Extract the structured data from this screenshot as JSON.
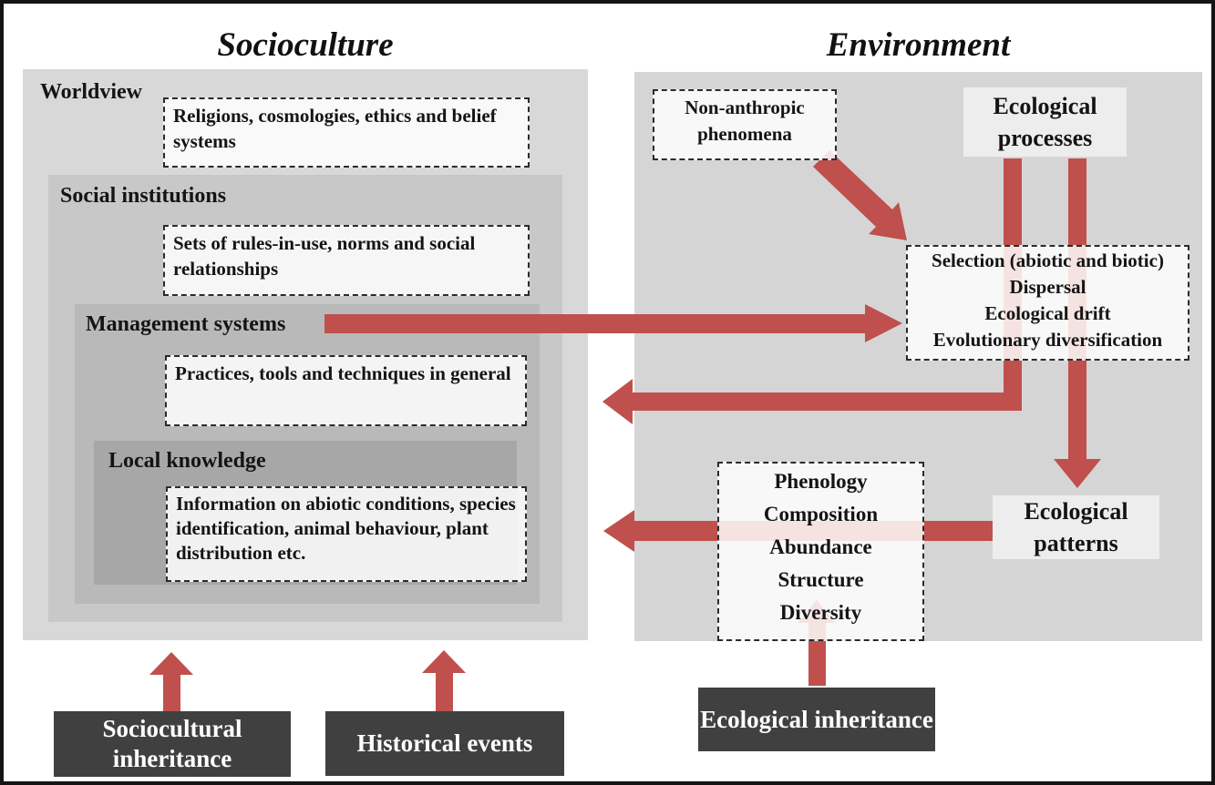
{
  "titles": {
    "left": "Socioculture",
    "right": "Environment"
  },
  "socioculture": {
    "levels": [
      {
        "label": "Worldview",
        "box": "Religions, cosmologies, ethics and belief systems"
      },
      {
        "label": "Social institutions",
        "box": "Sets of rules-in-use, norms and social relationships"
      },
      {
        "label": "Management systems",
        "box": "Practices, tools and techniques in general"
      },
      {
        "label": "Local knowledge",
        "box": "Information on abiotic conditions, species identification, animal behaviour, plant distribution etc."
      }
    ]
  },
  "environment": {
    "non_anthropic": "Non-anthropic phenomena",
    "ecological_processes": "Ecological processes",
    "selection_lines": [
      "Selection (abiotic and biotic)",
      "Dispersal",
      "Ecological drift",
      "Evolutionary diversification"
    ],
    "pattern_attributes": [
      "Phenology",
      "Composition",
      "Abundance",
      "Structure",
      "Diversity"
    ],
    "ecological_patterns": "Ecological patterns"
  },
  "inheritance": {
    "sociocultural": "Sociocultural inheritance",
    "historical": "Historical events",
    "ecological": "Ecological inheritance"
  },
  "colors": {
    "arrow": "#c0504d",
    "dark_box": "#404040",
    "panel_light": "#d8d8d8",
    "panel_dark": "#a7a7a7"
  }
}
